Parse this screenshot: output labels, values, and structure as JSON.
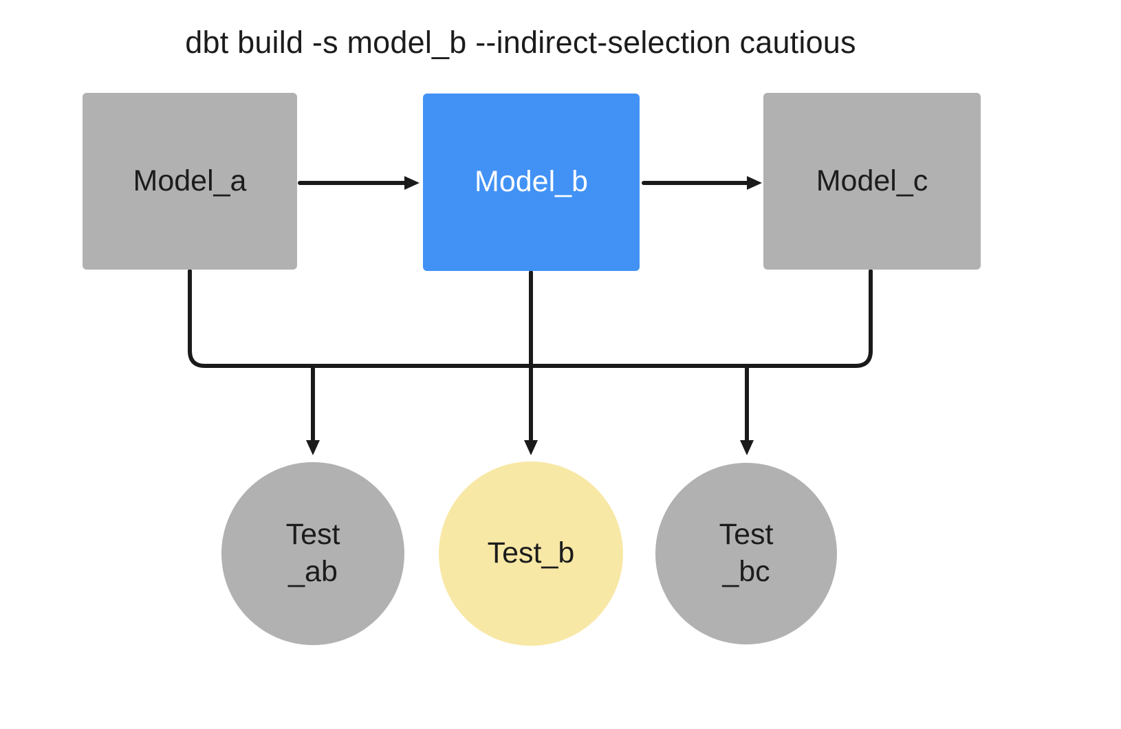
{
  "title": "dbt build -s model_b --indirect-selection cautious",
  "nodes": {
    "model_a": {
      "label": "Model_a"
    },
    "model_b": {
      "label": "Model_b"
    },
    "model_c": {
      "label": "Model_c"
    },
    "test_ab": {
      "label_line1": "Test",
      "label_line2": "_ab"
    },
    "test_b": {
      "label": "Test_b"
    },
    "test_bc": {
      "label_line1": "Test",
      "label_line2": "_bc"
    }
  },
  "edges": [
    "model_a -> model_b",
    "model_b -> model_c",
    "model_a -> test_ab",
    "model_b -> test_ab",
    "model_b -> test_b",
    "model_b -> test_bc",
    "model_c -> test_bc"
  ],
  "colors": {
    "selected_model": "#4292f6",
    "unselected_node": "#b1b1b1",
    "selected_test": "#f8e8a6",
    "edge": "#1a1a1a",
    "text_dark": "#1c1c1c",
    "text_light": "#ffffff",
    "background": "#ffffff"
  }
}
